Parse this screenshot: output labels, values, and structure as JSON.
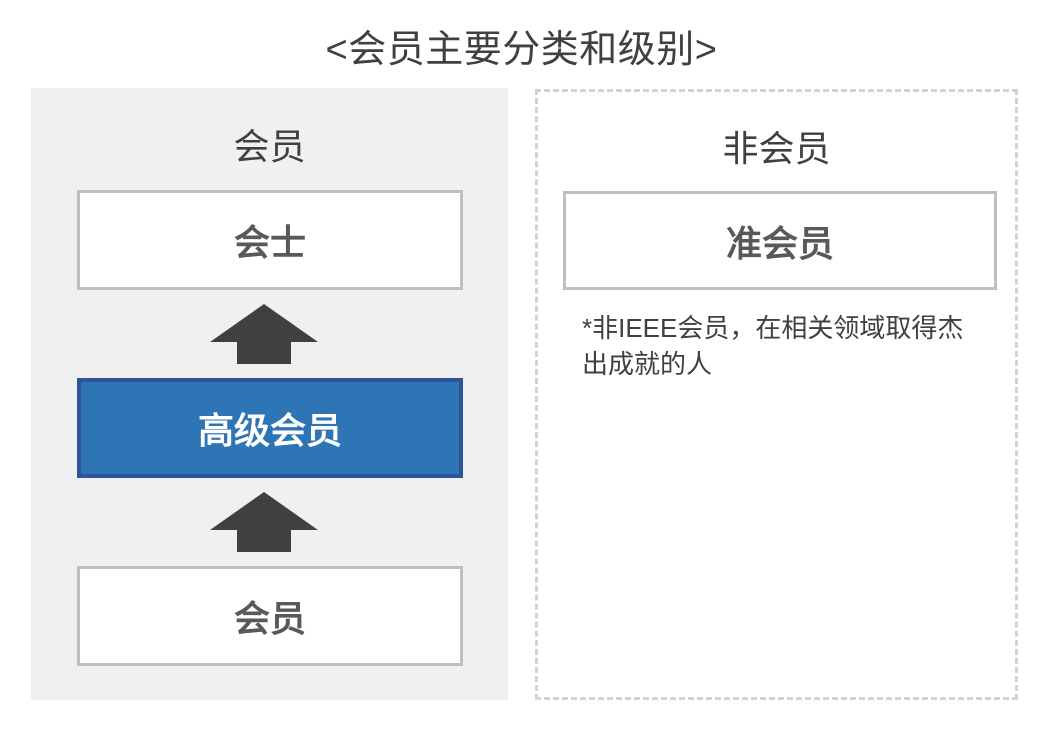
{
  "title": "<会员主要分类和级别>",
  "colors": {
    "panel_member_bg": "#F0F0F0",
    "panel_nonmember_border": "#D3D3D3",
    "box_border": "#BFBFBF",
    "highlight_fill": "#2E75B6",
    "highlight_border": "#2F5597",
    "text_dark": "#404040",
    "text_box": "#595959",
    "arrow_fill": "#404040"
  },
  "panels": {
    "member": {
      "header": "会员",
      "levels": [
        {
          "label": "会士",
          "style": "plain"
        },
        {
          "label": "高级会员",
          "style": "highlight"
        },
        {
          "label": "会员",
          "style": "plain"
        }
      ],
      "arrows": [
        {
          "name": "arrow-senior-to-fellow",
          "direction": "up"
        },
        {
          "name": "arrow-member-to-senior",
          "direction": "up"
        }
      ]
    },
    "nonmember": {
      "header": "非会员",
      "levels": [
        {
          "label": "准会员",
          "style": "plain"
        }
      ],
      "note": "*非IEEE会员，在相关领域取得杰出成就的人"
    }
  }
}
